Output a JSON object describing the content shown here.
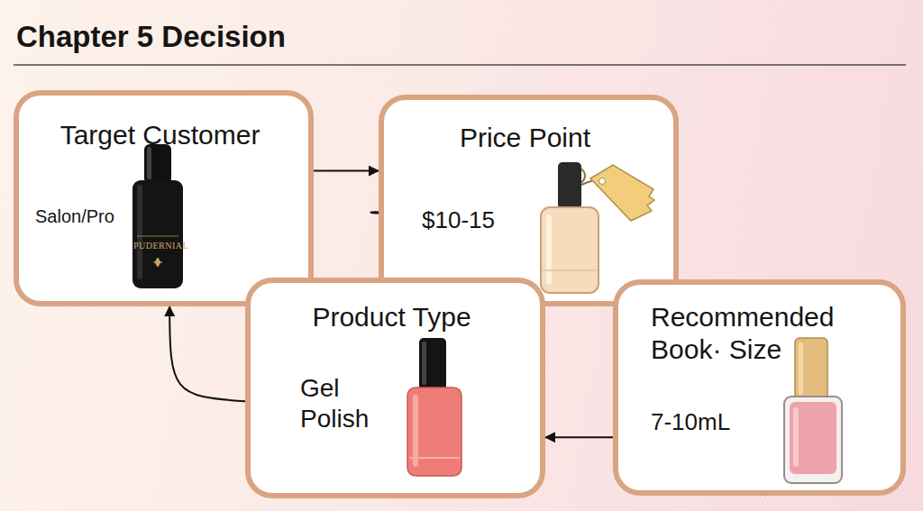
{
  "diagram": {
    "title": "Chapter 5 Decision",
    "nodes": [
      {
        "text": [
          "Target Customer",
          "Salon/Pro"
        ]
      },
      {
        "text": [
          "Price Point",
          "$10-15"
        ]
      },
      {
        "text": [
          "Recommended Book· Size",
          "7-10mL"
        ]
      },
      {
        "text": [
          "Product Type",
          "Gel Polish"
        ]
      }
    ],
    "edges": [
      {
        "from": 0,
        "to": 1,
        "arrow": "to"
      },
      {
        "from": 1,
        "to": 2,
        "arrow": "to"
      },
      {
        "from": 2,
        "to": 3,
        "arrow": "to"
      },
      {
        "from": 3,
        "to": 0,
        "arrow": "to"
      }
    ],
    "labels": [
      "PUDERNIAL"
    ]
  }
}
